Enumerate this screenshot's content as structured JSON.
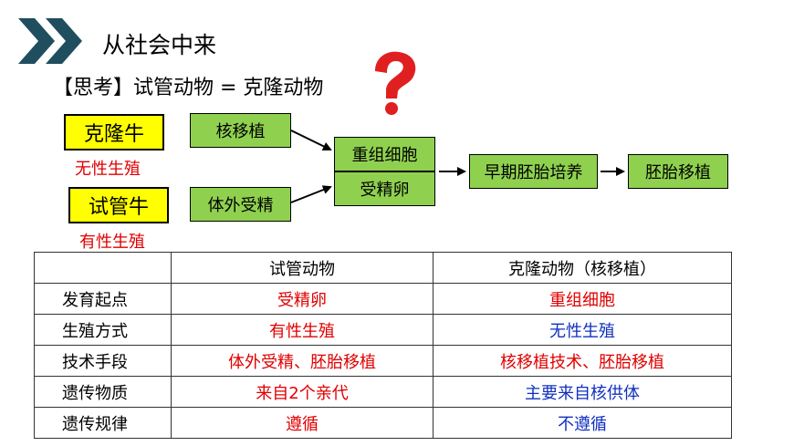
{
  "header": {
    "title": "从社会中来"
  },
  "subtitle": {
    "prefix": "【思考】",
    "text": "试管动物 = 克隆动物"
  },
  "animals": {
    "clone": {
      "name": "克隆牛",
      "type": "无性生殖"
    },
    "ivf": {
      "name": "试管牛",
      "type": "有性生殖"
    }
  },
  "flow": {
    "nuclear_transfer": "核移植",
    "ivf": "体外受精",
    "recombinant_cell": "重组细胞",
    "fertilized_egg": "受精卵",
    "early_embryo": "早期胚胎培养",
    "embryo_transfer": "胚胎移植"
  },
  "colors": {
    "yellow_box": "#ffff00",
    "green_box": "#8fd14f",
    "red_text": "#e00000",
    "blue_text": "#1030c0",
    "chevron": "#1f4e5f"
  },
  "table": {
    "headers": [
      "",
      "试管动物",
      "克隆动物（核移植）"
    ],
    "rows": [
      {
        "label": "发育起点",
        "ivf": "受精卵",
        "clone": "重组细胞"
      },
      {
        "label": "生殖方式",
        "ivf": "有性生殖",
        "clone": "无性生殖"
      },
      {
        "label": "技术手段",
        "ivf": "体外受精、胚胎移植",
        "clone": "核移植技术、胚胎移植"
      },
      {
        "label": "遗传物质",
        "ivf": "来自2个亲代",
        "clone": "主要来自核供体"
      },
      {
        "label": "遗传规律",
        "ivf": "遵循",
        "clone": "不遵循"
      }
    ]
  }
}
